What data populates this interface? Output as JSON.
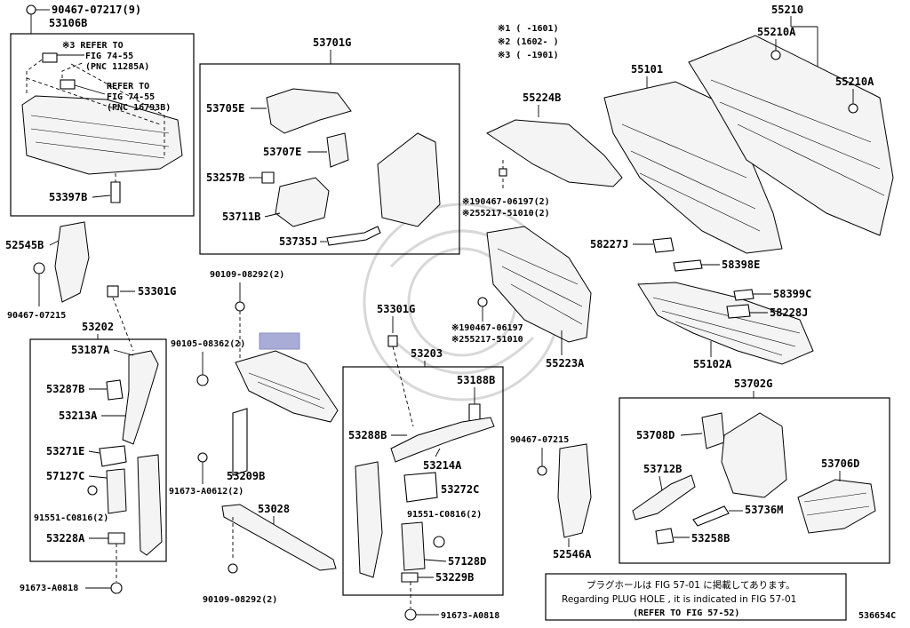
{
  "diagram": {
    "figure_code": "536654C",
    "notes": {
      "variant_1": "※1 (     -1601)",
      "variant_2": "※2 (1602-     )",
      "variant_3": "※3 (     -1901)"
    },
    "refer_1": [
      "※3 REFER TO",
      "FIG 74-55",
      "(PNC 11285A)"
    ],
    "refer_2": [
      "REFER TO",
      "FIG 74-55",
      "(PNC 16793B)"
    ],
    "footer_note": {
      "jp": "プラグホールは FIG 57-01 に掲載してあります。",
      "en": "Regarding  PLUG HOLE , it is indicated in FIG  57-01",
      "ref": "(REFER TO FIG 57-52)"
    },
    "labels": {
      "p90467_07217": "90467-07217(9)",
      "p53106B": "53106B",
      "p53397B": "53397B",
      "p53701G": "53701G",
      "p53705E": "53705E",
      "p53707E": "53707E",
      "p53257B": "53257B",
      "p53711B": "53711B",
      "p53735J": "53735J",
      "p55224B": "55224B",
      "p90467_06197_2": "※190467-06197(2)",
      "p55217_51010_2": "※255217-51010(2)",
      "p55101": "55101",
      "p55210": "55210",
      "p55210A_1": "55210A",
      "p55210A_2": "55210A",
      "p52545B": "52545B",
      "p90467_07215_l": "90467-07215",
      "p53301G_l": "53301G",
      "p53202": "53202",
      "p53187A": "53187A",
      "p53287B": "53287B",
      "p53213A": "53213A",
      "p53271E": "53271E",
      "p57127C": "57127C",
      "p91551_C0816_l": "91551-C0816(2)",
      "p53228A": "53228A",
      "p91673_A0818_l": "91673-A0818",
      "p90109_08292_t": "90109-08292(2)",
      "p90105_08362": "90105-08362(2)",
      "p53209B": "53209B",
      "p91673_A0612": "91673-A0612(2)",
      "p53028": "53028",
      "p90109_08292_b": "90109-08292(2)",
      "p53301G_r": "53301G",
      "p53203": "53203",
      "p53188B": "53188B",
      "p53288B": "53288B",
      "p53214A": "53214A",
      "p53272C": "53272C",
      "p91551_C0816_r": "91551-C0816(2)",
      "p57128D": "57128D",
      "p53229B": "53229B",
      "p91673_A0818_r": "91673-A0818",
      "p90467_06197": "※190467-06197",
      "p55217_51010": "※255217-51010",
      "p55223A": "55223A",
      "p90467_07215_r": "90467-07215",
      "p52546A": "52546A",
      "p58227J": "58227J",
      "p58398E": "58398E",
      "p58399C": "58399C",
      "p58228J": "58228J",
      "p55102A": "55102A",
      "p53702G": "53702G",
      "p53708D": "53708D",
      "p53712B": "53712B",
      "p53706D": "53706D",
      "p53736M": "53736M",
      "p53258B": "53258B"
    },
    "highlight_color": "#a9acd6"
  }
}
